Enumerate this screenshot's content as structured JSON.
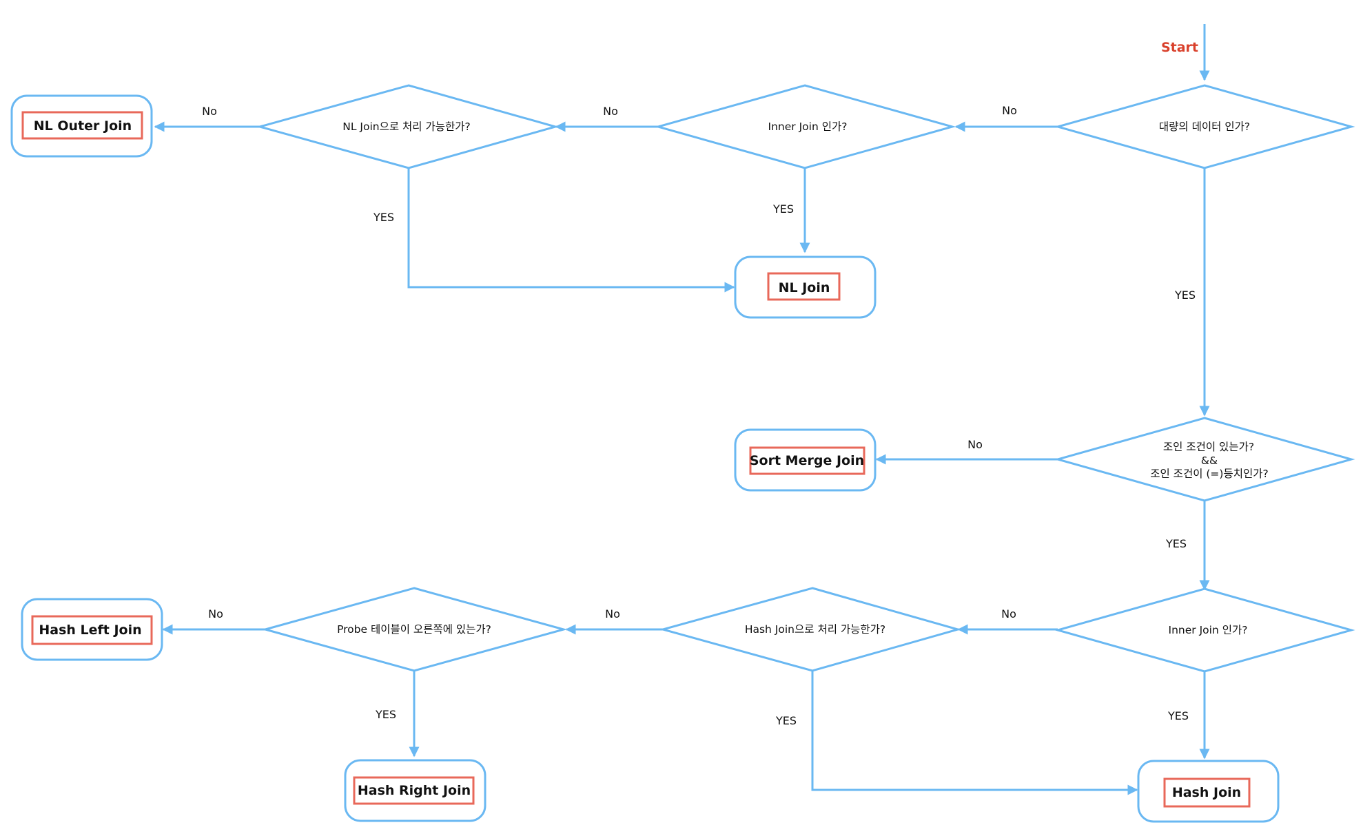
{
  "start_label": "Start",
  "colors": {
    "connector": "#6ab8f2",
    "result_border": "#e8685a",
    "start_text": "#d9402b"
  },
  "decisions": {
    "large_data": "대량의 데이터 인가?",
    "inner_join_top": "Inner Join 인가?",
    "nl_join_possible": "NL Join으로 처리 가능한가?",
    "join_condition_line1": "조인 조건이 있는가?",
    "join_condition_line2": "&&",
    "join_condition_line3": "조인 조건이 (=)등치인가?",
    "inner_join_bottom": "Inner Join 인가?",
    "hash_join_possible": "Hash Join으로 처리 가능한가?",
    "probe_table_right": "Probe 테이블이 오른쪽에 있는가?"
  },
  "results": {
    "nl_outer_join": "NL Outer Join",
    "nl_join": "NL Join",
    "sort_merge_join": "Sort Merge Join",
    "hash_left_join": "Hash Left Join",
    "hash_right_join": "Hash Right Join",
    "hash_join": "Hash Join"
  },
  "edge_labels": {
    "large_data_no": "No",
    "large_data_yes": "YES",
    "inner_top_no": "No",
    "inner_top_yes": "YES",
    "nl_possible_no": "No",
    "nl_possible_yes": "YES",
    "join_condition_no": "No",
    "join_condition_yes": "YES",
    "inner_bottom_no": "No",
    "inner_bottom_yes": "YES",
    "hash_possible_no": "No",
    "hash_possible_yes": "YES",
    "probe_no": "No",
    "probe_yes": "YES"
  }
}
